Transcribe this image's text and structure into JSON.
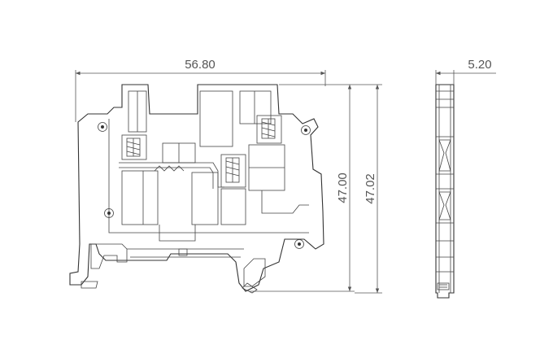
{
  "dimensions": {
    "overall_width": "56.80",
    "height_inner": "47.00",
    "height_outer": "47.02",
    "side_width": "5.20"
  },
  "colors": {
    "line": "#333333",
    "dimension": "#555555",
    "background": "#ffffff"
  }
}
